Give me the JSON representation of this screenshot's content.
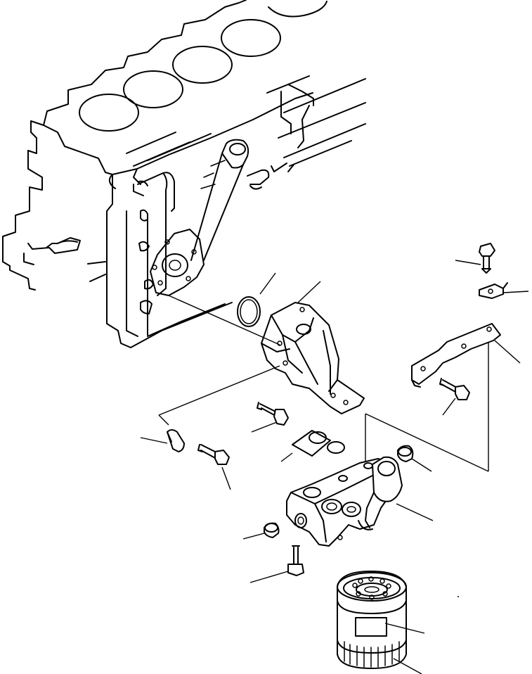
{
  "figure": {
    "kind": "exploded parts drawing",
    "labels": []
  },
  "parts": [
    {
      "id": "engine-block",
      "name": "engine-block"
    },
    {
      "id": "o-ring",
      "name": "o-ring"
    },
    {
      "id": "bracket",
      "name": "filter-mounting-bracket"
    },
    {
      "id": "bracket-bolt",
      "name": "bolt"
    },
    {
      "id": "clip",
      "name": "clip"
    },
    {
      "id": "clip-bolt",
      "name": "bolt"
    },
    {
      "id": "gasket-kit",
      "name": "o-ring-set"
    },
    {
      "id": "filter-head",
      "name": "filter-head"
    },
    {
      "id": "plug-right",
      "name": "plug"
    },
    {
      "id": "plug-left",
      "name": "plug"
    },
    {
      "id": "head-bolt",
      "name": "bolt"
    },
    {
      "id": "filter-cartridge",
      "name": "filter-cartridge"
    },
    {
      "id": "upper-bolt",
      "name": "bolt"
    },
    {
      "id": "small-clip",
      "name": "clip"
    },
    {
      "id": "support-plate",
      "name": "support-plate"
    },
    {
      "id": "plate-bolt",
      "name": "bolt"
    }
  ]
}
